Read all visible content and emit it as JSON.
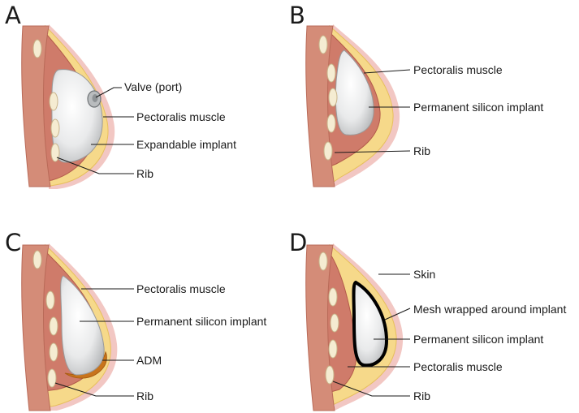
{
  "colors": {
    "skin": "#f2c7c3",
    "subcutaneous_fat": "#f6d98a",
    "muscle": "#cf7b6a",
    "rib": "#f5ecd2",
    "implant": "#e6e7e8",
    "adm": "#c8741c",
    "mesh": "#000000"
  },
  "panels": [
    {
      "letter": "A",
      "labels": [
        "Valve (port)",
        "Pectoralis muscle",
        "Expandable implant",
        "Rib"
      ]
    },
    {
      "letter": "B",
      "labels": [
        "Pectoralis muscle",
        "Permanent silicon implant",
        "Rib"
      ]
    },
    {
      "letter": "C",
      "labels": [
        "Pectoralis muscle",
        "Permanent silicon implant",
        "ADM",
        "Rib"
      ]
    },
    {
      "letter": "D",
      "labels": [
        "Skin",
        "Mesh wrapped around implant",
        "Permanent silicon implant",
        "Pectoralis muscle",
        "Rib"
      ]
    }
  ]
}
